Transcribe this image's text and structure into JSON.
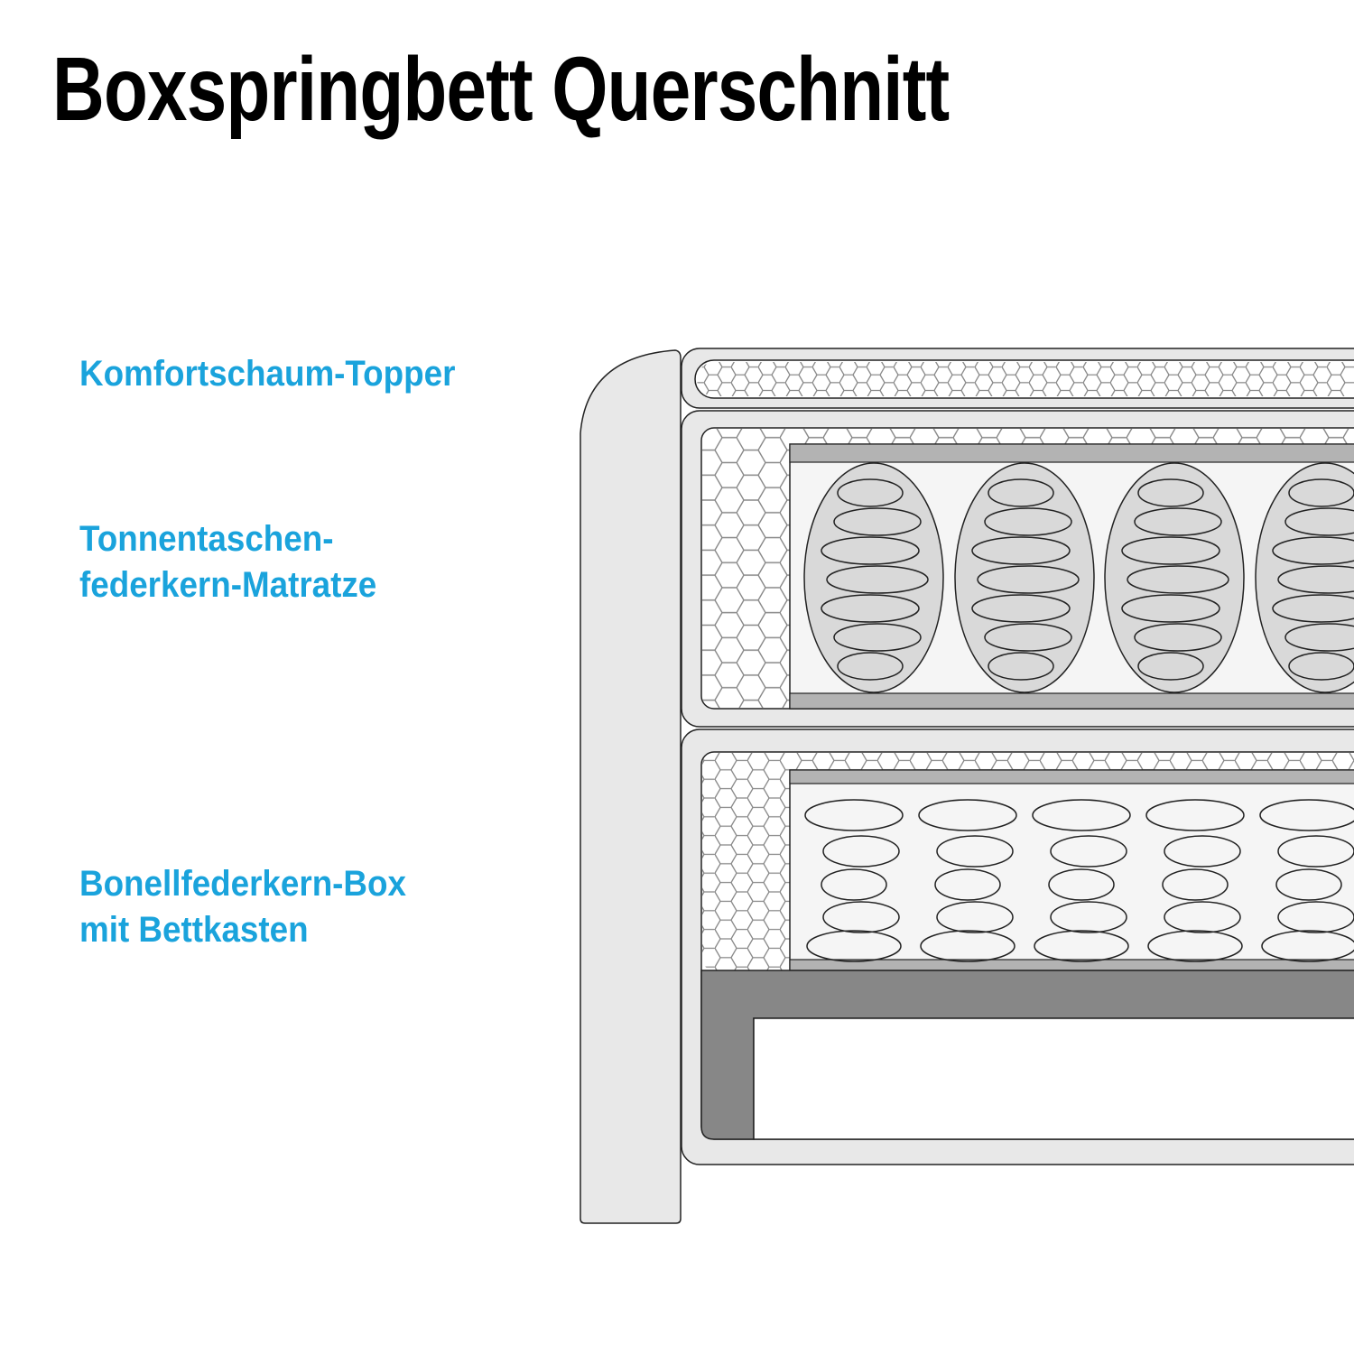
{
  "title": "Boxspringbett Querschnitt",
  "labels": {
    "topper": "Komfortschaum-Topper",
    "mattress_line1": "Tonnentaschen-",
    "mattress_line2": "federkern-Matratze",
    "box_line1": "Bonellfederkern-Box",
    "box_line2": "mit Bettkasten"
  },
  "colors": {
    "label": "#1aa3dc",
    "frame": "#e8e8e8",
    "pocket": "#d9d9d9",
    "bar": "#b3b3b3",
    "base": "#878787",
    "stroke": "#222222"
  }
}
